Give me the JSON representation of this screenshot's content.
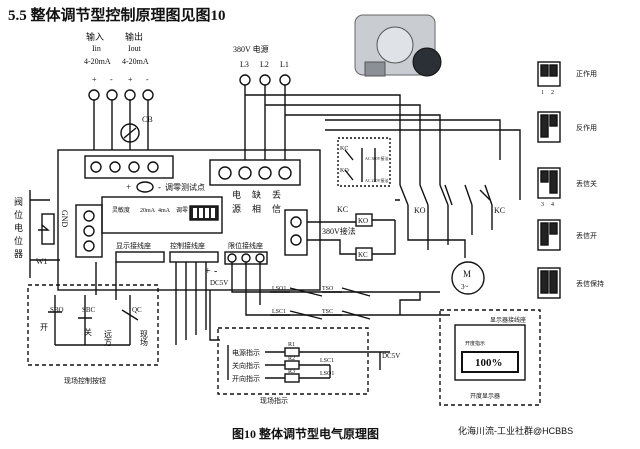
{
  "heading": "5.5 整体调节型控制原理图见图10",
  "caption": "图10  整体调节型电气原理图",
  "watermark": "化海川流-工业社群@HCBBS",
  "input": {
    "title": "输入",
    "sub": "Iin",
    "range": "4-20mA"
  },
  "output": {
    "title": "输出",
    "sub": "Iout",
    "range": "4-20mA"
  },
  "power": {
    "title": "380V 电源",
    "phases": [
      "L3",
      "L2",
      "L1"
    ]
  },
  "cb_label": "CB",
  "gnd_label": "GND",
  "pot_labels": [
    "阀",
    "位",
    "电",
    "位",
    "器"
  ],
  "w1_label": "W1",
  "zero_test": "调零测试点",
  "board_cols": [
    "灵敏度",
    "20mA",
    "4mA",
    "调零"
  ],
  "fault_labels": [
    "电",
    "源",
    "缺",
    "相",
    "丢",
    "信"
  ],
  "connector_labels": [
    "显示接线座",
    "控制接线座",
    "限位接线座"
  ],
  "kc_label": "KC",
  "ko_label": "KO",
  "k380_label": "380V接法",
  "k220_label": "AC 220V接法",
  "k380_small": "AC 380V接法",
  "dc5v": "DC5V",
  "field_ctrl": {
    "sbo": "SBO",
    "sbc": "SBC",
    "qc": "QC",
    "open": "开",
    "close": "关",
    "local": "现场",
    "remote": "远方",
    "title": "现场控制按钮"
  },
  "limits": [
    "LSO1",
    "TSO",
    "LSC1",
    "TSC",
    "LSC1",
    "LSO1"
  ],
  "indicators": {
    "title": "现场指示",
    "items": [
      "电源指示",
      "关向指示",
      "开向指示"
    ],
    "resistors": [
      "R1",
      "R2",
      "R3"
    ],
    "dc": "DC5V"
  },
  "motor": {
    "m": "M",
    "phase": "3~"
  },
  "display": {
    "title": "显示器接线座",
    "open_label": "开度指示",
    "pct": "100%",
    "caption": "开度显示器"
  },
  "dip_modes": [
    "正作用",
    "反作用",
    "丢信关",
    "丢信开",
    "丢信保持"
  ],
  "dip_nums": [
    "1",
    "2",
    "3",
    "4"
  ]
}
